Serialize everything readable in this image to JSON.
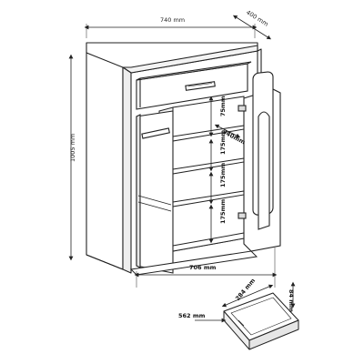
{
  "dimensions": {
    "overall_width": "740 mm",
    "depth": "400 mm",
    "height": "1005 mm",
    "inner_width": "706 mm",
    "shelf_gap_1": "75mm",
    "shelf_gap_2": "175mm",
    "shelf_gap_3": "175mm",
    "shelf_gap_4": "175mm",
    "inner_depth": "340mm",
    "drawer_depth": "284 mm",
    "drawer_height": "84 mm",
    "drawer_width": "562 mm"
  },
  "colors": {
    "line": "#222222",
    "fill": "#ffffff",
    "shade": "#e6e6e6"
  }
}
